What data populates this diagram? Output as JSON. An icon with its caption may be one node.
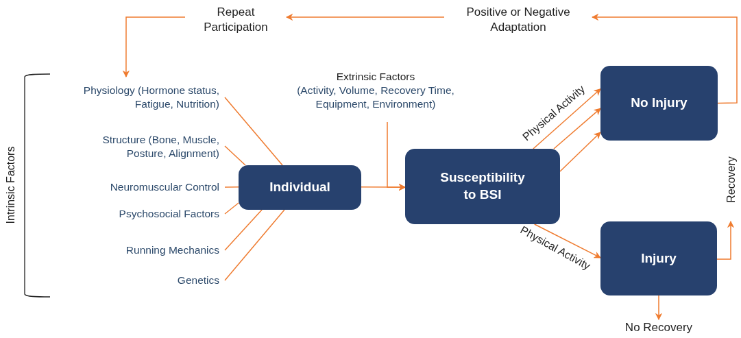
{
  "diagram": {
    "nodes": [
      {
        "text": [
          "Repeat Participation"
        ]
      },
      {
        "text": [
          "Positive or Negative Adaptation"
        ]
      },
      {
        "text": [
          "Physiology (Hormone status, Fatigue, Nutrition)"
        ]
      },
      {
        "text": [
          "Structure (Bone, Muscle, Posture, Alignment)"
        ]
      },
      {
        "text": [
          "Neuromuscular Control"
        ]
      },
      {
        "text": [
          "Psychosocial Factors"
        ]
      },
      {
        "text": [
          "Running Mechanics"
        ]
      },
      {
        "text": [
          "Genetics"
        ]
      },
      {
        "text": [
          "Extrinsic Factors",
          "(Activity, Volume, Recovery Time, Equipment, Environment)"
        ]
      },
      {
        "text": [
          "Individual"
        ]
      },
      {
        "text": [
          "Susceptibility to BSI"
        ]
      },
      {
        "text": [
          "No Injury"
        ]
      },
      {
        "text": [
          "Injury"
        ]
      },
      {
        "text": [
          "No Recovery"
        ]
      }
    ],
    "edges": [
      {
        "from": 1,
        "to": 0,
        "arrow": "to"
      },
      {
        "from": 0,
        "to": 2,
        "arrow": "to"
      },
      {
        "from": 2,
        "to": 9,
        "arrow": "none"
      },
      {
        "from": 3,
        "to": 9,
        "arrow": "none"
      },
      {
        "from": 4,
        "to": 9,
        "arrow": "none"
      },
      {
        "from": 5,
        "to": 9,
        "arrow": "none"
      },
      {
        "from": 6,
        "to": 9,
        "arrow": "none"
      },
      {
        "from": 7,
        "to": 9,
        "arrow": "none"
      },
      {
        "from": 8,
        "to": 10,
        "arrow": "to"
      },
      {
        "from": 9,
        "to": 10,
        "arrow": "to"
      },
      {
        "from": 10,
        "to": 11,
        "arrow": "to",
        "label": "Physical Activity"
      },
      {
        "from": 10,
        "to": 11,
        "arrow": "to"
      },
      {
        "from": 10,
        "to": 11,
        "arrow": "to"
      },
      {
        "from": 10,
        "to": 12,
        "arrow": "to",
        "label": "Physical Activity"
      },
      {
        "from": 11,
        "to": 1,
        "arrow": "to"
      },
      {
        "from": 12,
        "to": null,
        "arrow": "to",
        "label": "Recovery"
      },
      {
        "from": 12,
        "to": 13,
        "arrow": "to"
      }
    ],
    "labels": [
      "Intrinsic Factors"
    ]
  }
}
